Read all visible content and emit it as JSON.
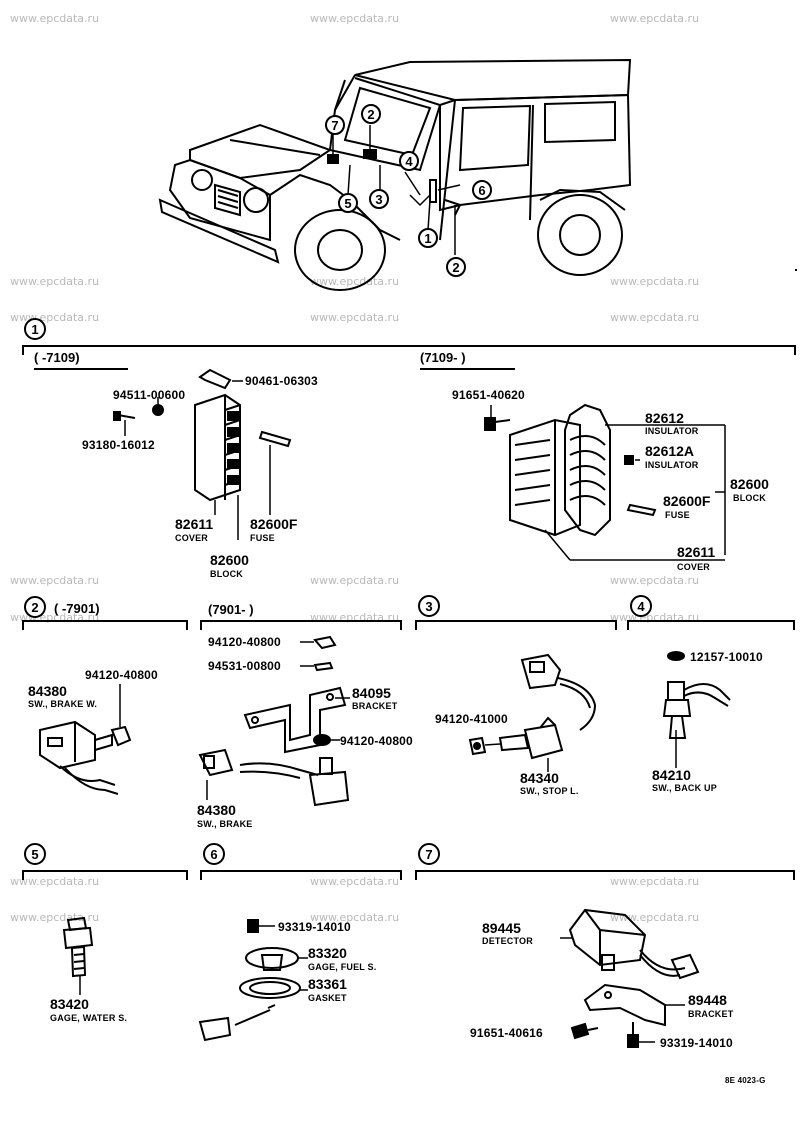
{
  "watermark": "www.epcdata.ru",
  "vehicle_callouts": [
    "7",
    "2",
    "4",
    "6",
    "5",
    "3",
    "1",
    "2"
  ],
  "sections": {
    "s1": {
      "num": "1",
      "left_range": "(      -7109)",
      "right_range": "(7109-        )",
      "parts_left": [
        {
          "pn": "90461-06303"
        },
        {
          "pn": "94511-00600"
        },
        {
          "pn": "93180-16012"
        },
        {
          "pn": "82611",
          "name": "COVER"
        },
        {
          "pn": "82600F",
          "name": "FUSE"
        },
        {
          "pn": "82600",
          "name": "BLOCK"
        }
      ],
      "parts_right": [
        {
          "pn": "91651-40620"
        },
        {
          "pn": "82612",
          "name": "INSULATOR"
        },
        {
          "pn": "82612A",
          "name": "INSULATOR"
        },
        {
          "pn": "82600",
          "name": "BLOCK"
        },
        {
          "pn": "82600F",
          "name": "FUSE"
        },
        {
          "pn": "82611",
          "name": "COVER"
        }
      ]
    },
    "s2": {
      "num": "2",
      "left_range": "(      -7901)",
      "right_range": "(7901-        )",
      "parts_left": [
        {
          "pn": "94120-40800"
        },
        {
          "pn": "84380",
          "name": "SW., BRAKE W."
        }
      ],
      "parts_right": [
        {
          "pn": "94120-40800"
        },
        {
          "pn": "94531-00800"
        },
        {
          "pn": "84095",
          "name": "BRACKET"
        },
        {
          "pn": "94120-40800"
        },
        {
          "pn": "84380",
          "name": "SW., BRAKE"
        }
      ]
    },
    "s3": {
      "num": "3",
      "parts": [
        {
          "pn": "94120-41000"
        },
        {
          "pn": "84340",
          "name": "SW., STOP L."
        }
      ]
    },
    "s4": {
      "num": "4",
      "parts": [
        {
          "pn": "12157-10010"
        },
        {
          "pn": "84210",
          "name": "SW., BACK UP"
        }
      ]
    },
    "s5": {
      "num": "5",
      "parts": [
        {
          "pn": "83420",
          "name": "GAGE, WATER S."
        }
      ]
    },
    "s6": {
      "num": "6",
      "parts": [
        {
          "pn": "93319-14010"
        },
        {
          "pn": "83320",
          "name": "GAGE, FUEL S."
        },
        {
          "pn": "83361",
          "name": "GASKET"
        }
      ]
    },
    "s7": {
      "num": "7",
      "parts": [
        {
          "pn": "89445",
          "name": "DETECTOR"
        },
        {
          "pn": "89448",
          "name": "BRACKET"
        },
        {
          "pn": "91651-40616"
        },
        {
          "pn": "93319-14010"
        }
      ]
    }
  },
  "footer_code": "8E 4023-G"
}
